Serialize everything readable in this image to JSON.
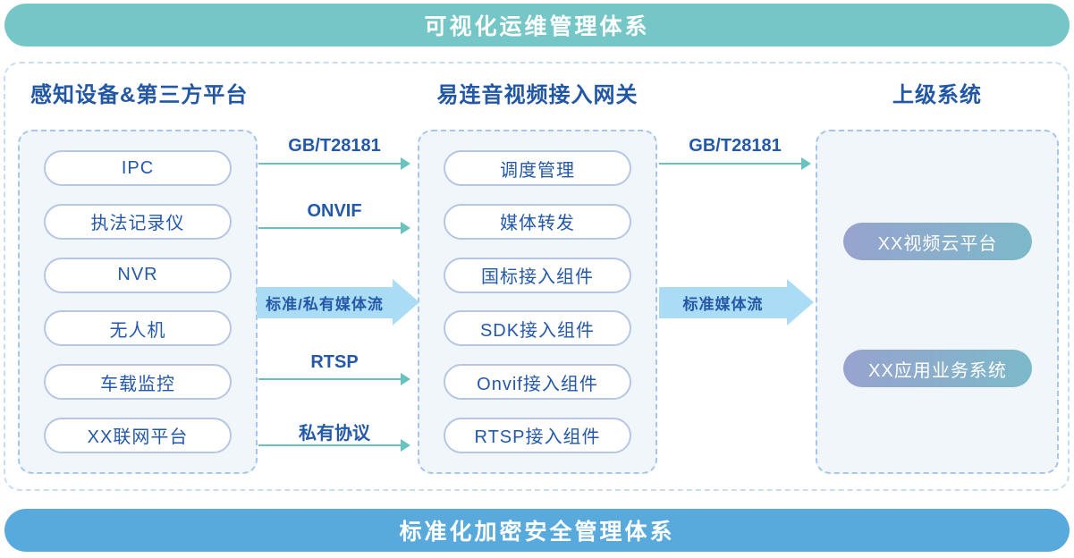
{
  "banners": {
    "top": "可视化运维管理体系",
    "bottom": "标准化加密安全管理体系"
  },
  "columns": {
    "devices": {
      "title": "感知设备&第三方平台",
      "items": [
        "IPC",
        "执法记录仪",
        "NVR",
        "无人机",
        "车载监控",
        "XX联网平台"
      ]
    },
    "gateway": {
      "title": "易连音视频接入网关",
      "items": [
        "调度管理",
        "媒体转发",
        "国标接入组件",
        "SDK接入组件",
        "Onvif接入组件",
        "RTSP接入组件"
      ]
    },
    "upstream": {
      "title": "上级系统",
      "items": [
        "XX视频云平台",
        "XX应用业务系统"
      ]
    }
  },
  "flows": {
    "left_to_gateway": {
      "gbt": "GB/T28181",
      "onvif": "ONVIF",
      "media_stream": "标准/私有媒体流",
      "rtsp": "RTSP",
      "private_protocol": "私有协议"
    },
    "gateway_to_upstream": {
      "gbt": "GB/T28181",
      "media_stream": "标准媒体流"
    }
  },
  "colors": {
    "top_banner": "#75c6c7",
    "bottom_banner": "#58aadd",
    "thin_arrow": "#68c3bd",
    "block_arrow": "#aadcf5",
    "text_blue": "#2458a8",
    "pill_border": "#b6c6e3",
    "group_border": "#a8c6ea",
    "group_fill": "#f1f6fb",
    "gradient_pill_start": "#97a3ce",
    "gradient_pill_end": "#7cb9ca"
  }
}
